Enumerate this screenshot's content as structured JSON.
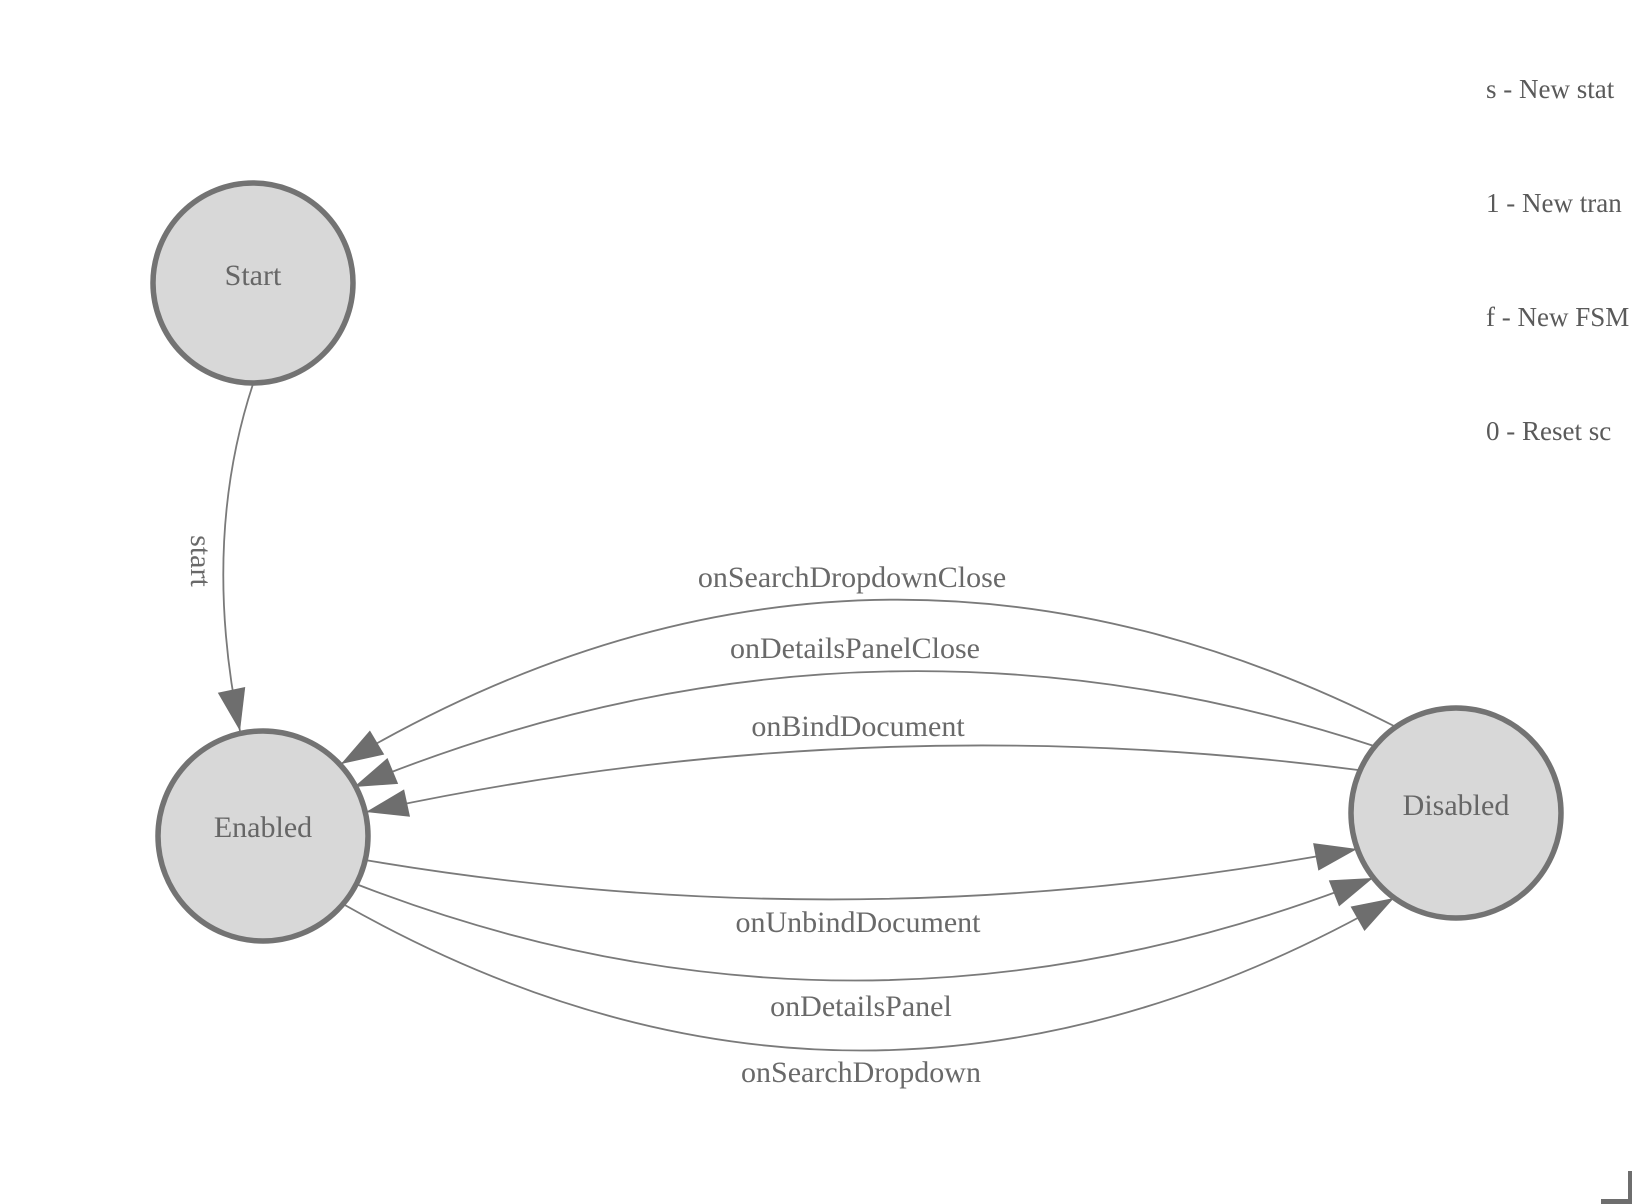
{
  "legend": {
    "lines": [
      "s - New stat",
      "1 - New tran",
      "f - New FSM",
      "0 - Reset sc"
    ]
  },
  "diagram": {
    "nodes": [
      {
        "id": "start",
        "label": "Start"
      },
      {
        "id": "enabled",
        "label": "Enabled"
      },
      {
        "id": "disabled",
        "label": "Disabled"
      }
    ],
    "edges": [
      {
        "label": "start",
        "from": "start",
        "to": "enabled"
      },
      {
        "label": "onSearchDropdownClose",
        "from": "disabled",
        "to": "enabled"
      },
      {
        "label": "onDetailsPanelClose",
        "from": "disabled",
        "to": "enabled"
      },
      {
        "label": "onBindDocument",
        "from": "disabled",
        "to": "enabled"
      },
      {
        "label": "onUnbindDocument",
        "from": "enabled",
        "to": "disabled"
      },
      {
        "label": "onDetailsPanel",
        "from": "enabled",
        "to": "disabled"
      },
      {
        "label": "onSearchDropdown",
        "from": "enabled",
        "to": "disabled"
      }
    ]
  },
  "colors": {
    "node_fill": "#d8d8d8",
    "node_stroke": "#737373",
    "edge_stroke": "#7a7a7a",
    "arrow_fill": "#6e6e6e",
    "label_text": "#696969",
    "legend_text": "#5a5a5a",
    "background": "#ffffff"
  }
}
